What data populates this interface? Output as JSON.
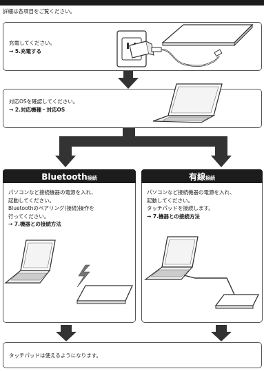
{
  "intro": "詳細は各項目をご覧ください。",
  "step_charge": {
    "text": "充電してください。",
    "link": "→ 5.充電する"
  },
  "step_os": {
    "text": "対応OSを確認してください。",
    "link": "→ 2.対応機種・対応OS"
  },
  "bluetooth": {
    "title": "Bluetooth",
    "title_suffix": "接続",
    "lines": [
      "パソコンなど接続機器の電源を入れ、",
      "起動してください。",
      "Bluetoothのペアリング(接続)操作を",
      "行ってください。"
    ],
    "link": "→ 7.機器との接続方法"
  },
  "wired": {
    "title": "有線",
    "title_suffix": "接続",
    "lines": [
      "パソコンなど接続機器の電源を入れ、",
      "起動してください。",
      "タッチパッドを接続します。"
    ],
    "link": "→ 7.機器との接続方法"
  },
  "final": {
    "text": "タッチパッドは使えるようになります。"
  },
  "colors": {
    "header_bg": "#1c1c1c",
    "arrow": "#333333",
    "border": "#555555"
  }
}
